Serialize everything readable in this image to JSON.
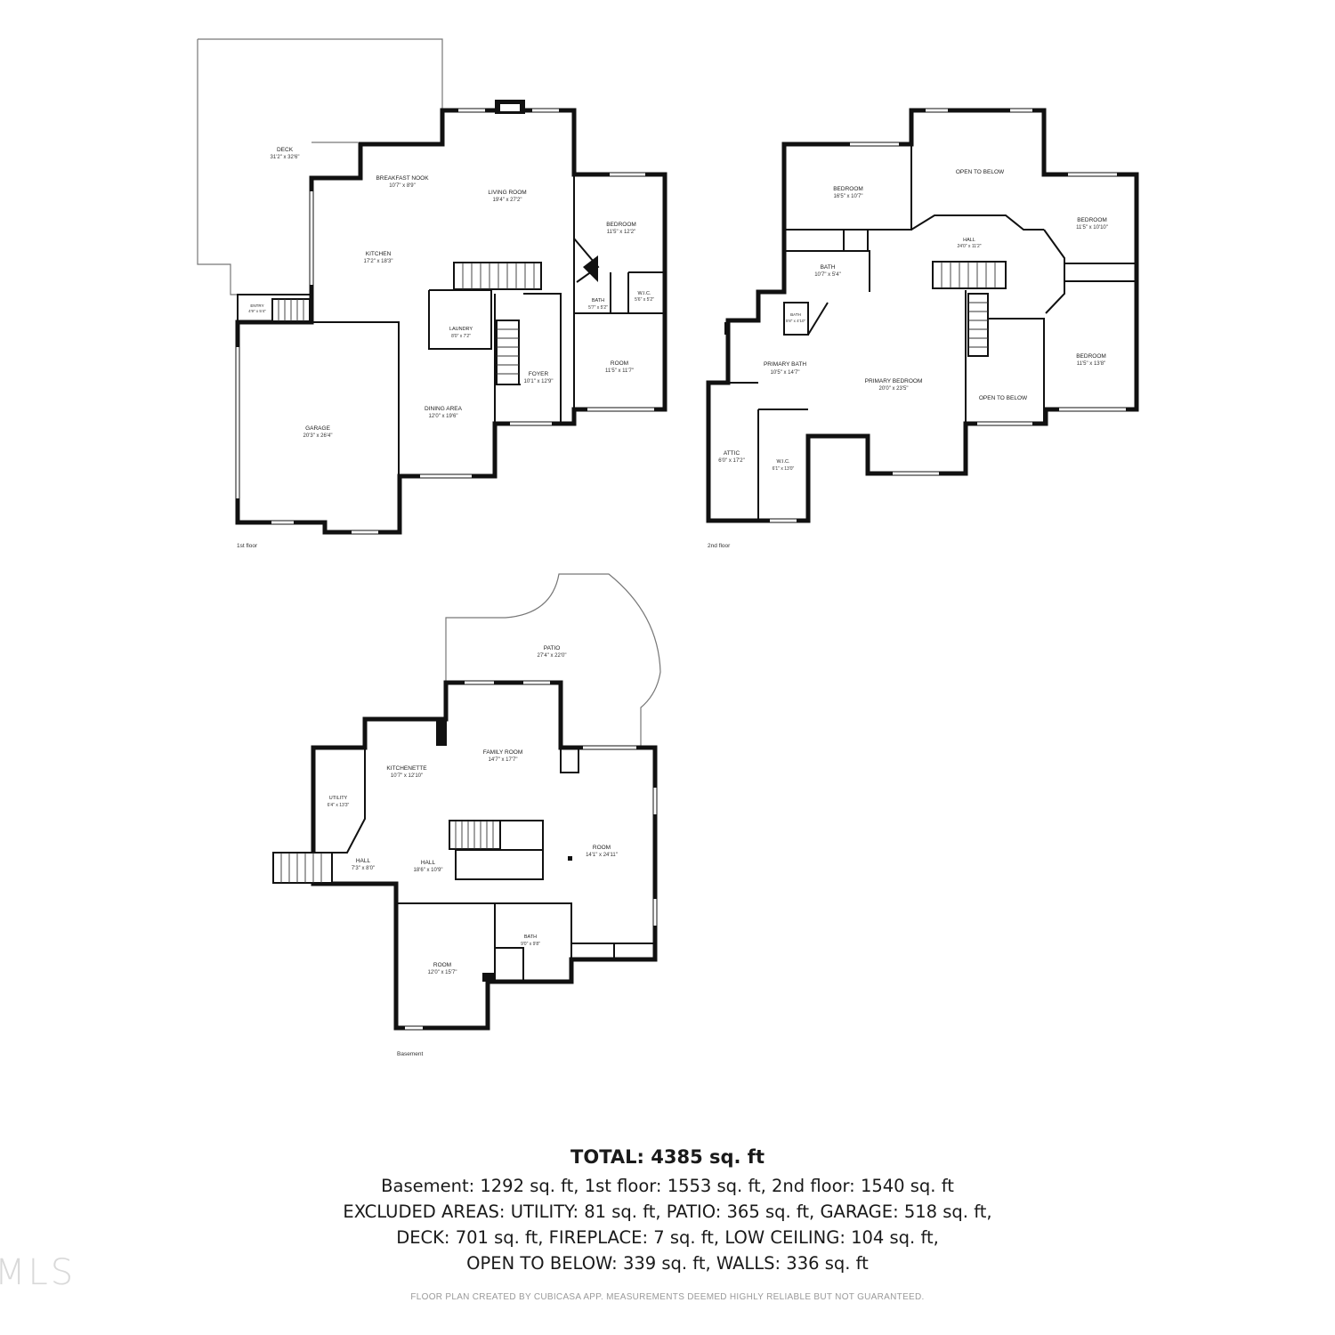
{
  "floors": {
    "first": {
      "label": "1st floor",
      "rooms": [
        {
          "id": "deck",
          "name": "DECK",
          "dims": "31'2\" x 32'6\""
        },
        {
          "id": "breakfast-nook",
          "name": "BREAKFAST NOOK",
          "dims": "10'7\" x 8'9\""
        },
        {
          "id": "living-room",
          "name": "LIVING ROOM",
          "dims": "19'4\" x 27'2\""
        },
        {
          "id": "bedroom",
          "name": "BEDROOM",
          "dims": "11'5\" x 12'2\""
        },
        {
          "id": "kitchen",
          "name": "KITCHEN",
          "dims": "17'2\" x 18'3\""
        },
        {
          "id": "entry",
          "name": "ENTRY",
          "dims": "4'9\" x 5'4\""
        },
        {
          "id": "bath",
          "name": "BATH",
          "dims": "5'7\" x 5'2\""
        },
        {
          "id": "wic",
          "name": "W.I.C.",
          "dims": "5'6\" x 5'2\""
        },
        {
          "id": "laundry",
          "name": "LAUNDRY",
          "dims": "8'0\" x 7'2\""
        },
        {
          "id": "room",
          "name": "ROOM",
          "dims": "11'5\" x 11'7\""
        },
        {
          "id": "foyer",
          "name": "FOYER",
          "dims": "10'1\" x 12'9\""
        },
        {
          "id": "dining-area",
          "name": "DINING AREA",
          "dims": "12'0\" x 19'6\""
        },
        {
          "id": "garage",
          "name": "GARAGE",
          "dims": "20'3\" x 26'4\""
        }
      ]
    },
    "second": {
      "label": "2nd floor",
      "rooms": [
        {
          "id": "bedroom-a",
          "name": "BEDROOM",
          "dims": "16'5\" x 10'7\""
        },
        {
          "id": "open-to-below-a",
          "name": "OPEN TO BELOW",
          "dims": ""
        },
        {
          "id": "bedroom-b",
          "name": "BEDROOM",
          "dims": "11'5\" x 10'10\""
        },
        {
          "id": "hall",
          "name": "HALL",
          "dims": "24'0\" x 11'2\""
        },
        {
          "id": "bath",
          "name": "BATH",
          "dims": "10'7\" x 5'4\""
        },
        {
          "id": "bath-small",
          "name": "BATH",
          "dims": "5'8\" x 4'10\""
        },
        {
          "id": "primary-bath",
          "name": "PRIMARY BATH",
          "dims": "10'5\" x 14'7\""
        },
        {
          "id": "primary-bedroom",
          "name": "PRIMARY BEDROOM",
          "dims": "20'0\" x 23'5\""
        },
        {
          "id": "bedroom-c",
          "name": "BEDROOM",
          "dims": "11'5\" x 13'8\""
        },
        {
          "id": "open-to-below-b",
          "name": "OPEN TO BELOW",
          "dims": ""
        },
        {
          "id": "attic",
          "name": "ATTIC",
          "dims": "6'0\" x 17'2\""
        },
        {
          "id": "wic",
          "name": "W.I.C.",
          "dims": "6'1\" x 13'0\""
        }
      ]
    },
    "basement": {
      "label": "Basement",
      "rooms": [
        {
          "id": "patio",
          "name": "PATIO",
          "dims": "27'4\" x 22'0\""
        },
        {
          "id": "family-room",
          "name": "FAMILY ROOM",
          "dims": "14'7\" x 17'7\""
        },
        {
          "id": "kitchenette",
          "name": "KITCHENETTE",
          "dims": "10'7\" x 12'10\""
        },
        {
          "id": "utility",
          "name": "UTILITY",
          "dims": "6'4\" x 13'3\""
        },
        {
          "id": "room-east",
          "name": "ROOM",
          "dims": "14'1\" x 24'11\""
        },
        {
          "id": "hall-west",
          "name": "HALL",
          "dims": "7'3\" x 8'0\""
        },
        {
          "id": "hall-center",
          "name": "HALL",
          "dims": "18'6\" x 10'9\""
        },
        {
          "id": "bath",
          "name": "BATH",
          "dims": "9'0\" x 9'8\""
        },
        {
          "id": "room-south",
          "name": "ROOM",
          "dims": "12'0\" x 15'7\""
        }
      ]
    }
  },
  "summary": {
    "total": "TOTAL: 4385 sq. ft",
    "line1": "Basement: 1292 sq. ft, 1st floor: 1553 sq. ft, 2nd floor: 1540 sq. ft",
    "line2": "EXCLUDED AREAS: UTILITY: 81 sq. ft, PATIO: 365 sq. ft, GARAGE: 518 sq. ft,",
    "line3": "DECK: 701 sq. ft, FIREPLACE: 7 sq. ft, LOW CEILING: 104 sq. ft,",
    "line4": "OPEN TO BELOW: 339 sq. ft, WALLS: 336 sq. ft"
  },
  "footer": "FLOOR PLAN CREATED BY CUBICASA APP. MEASUREMENTS DEEMED HIGHLY RELIABLE BUT NOT GUARANTEED.",
  "watermark": "MLS"
}
